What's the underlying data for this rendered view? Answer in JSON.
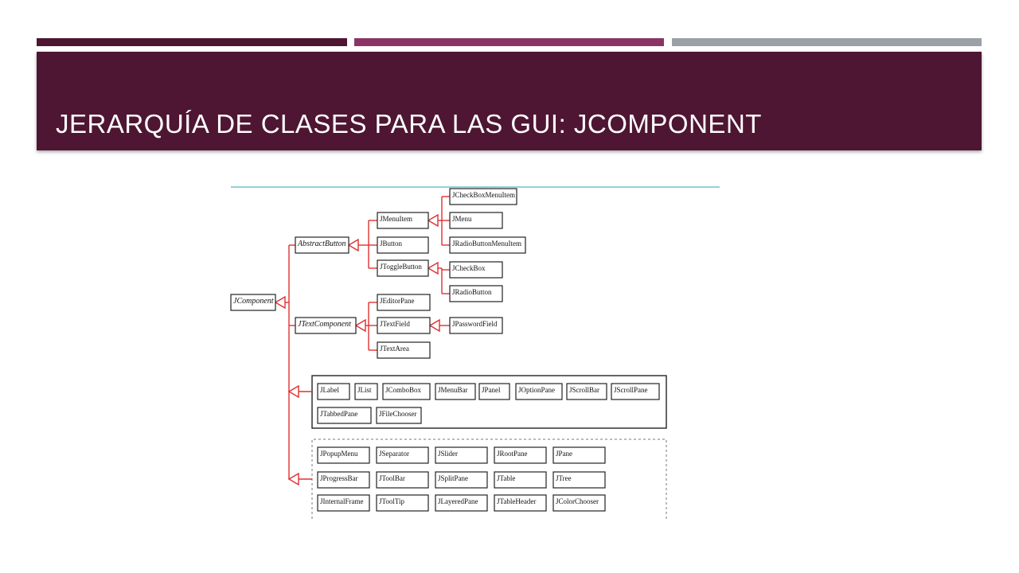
{
  "slide": {
    "title": "JERARQUÍA DE CLASES PARA LAS GUI: JCOMPONENT",
    "colors": {
      "band": "#4e1632",
      "accent1": "#4e1632",
      "accent2": "#8a3466",
      "accent3": "#9aa0a6",
      "arrows": "#e03030"
    }
  },
  "diagram": {
    "root": "JComponent",
    "abstract_button": "AbstractButton",
    "text_component": "JTextComponent",
    "menu_item": "JMenuItem",
    "button": "JButton",
    "toggle_button": "JToggleButton",
    "checkbox_menu_item": "JCheckBoxMenuItem",
    "menu": "JMenu",
    "radio_button_menu_item": "JRadioButtonMenuItem",
    "checkbox": "JCheckBox",
    "radio_button": "JRadioButton",
    "editor_pane": "JEditorPane",
    "text_field": "JTextField",
    "text_area": "JTextArea",
    "password_field": "JPasswordField",
    "solid_group": [
      "JLabel",
      "JList",
      "JComboBox",
      "JMenuBar",
      "JPanel",
      "JOptionPane",
      "JScrollBar",
      "JScrollPane",
      "JTabbedPane",
      "JFileChooser"
    ],
    "dashed_group": [
      "JPopupMenu",
      "JSeparator",
      "JSlider",
      "JRootPane",
      "JPane",
      "JProgressBar",
      "JToolBar",
      "JSplitPane",
      "JTable",
      "JTree",
      "JInternalFrame",
      "JToolTip",
      "JLayeredPane",
      "JTableHeader",
      "JColorChooser"
    ]
  }
}
